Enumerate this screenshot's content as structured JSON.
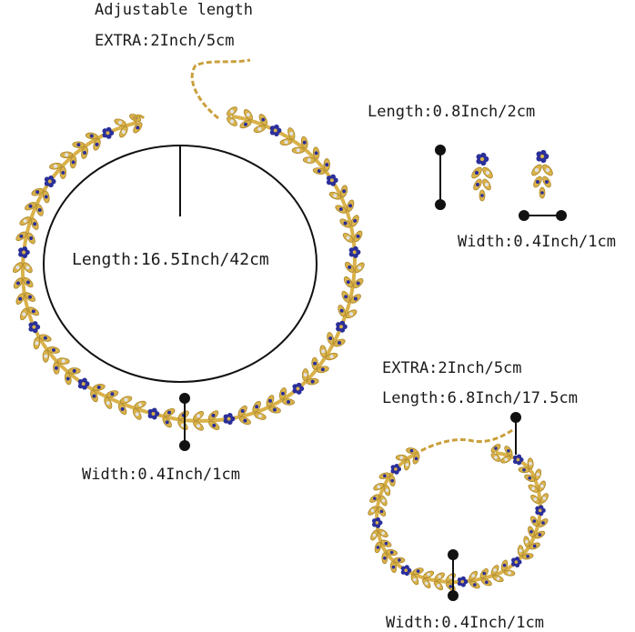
{
  "labels": {
    "necklace_adjustable": "Adjustable length",
    "necklace_extra": "EXTRA:2Inch/5cm",
    "necklace_length": "Length:16.5Inch/42cm",
    "necklace_width": "Width:0.4Inch/1cm",
    "earring_length": "Length:0.8Inch/2cm",
    "earring_width": "Width:0.4Inch/1cm",
    "bracelet_extra": "EXTRA:2Inch/5cm",
    "bracelet_length": "Length:6.8Inch/17.5cm",
    "bracelet_width": "Width:0.4Inch/1cm"
  },
  "colors": {
    "gold": "#d9b24a",
    "gold_dark": "#a9852a",
    "sapphire": "#2a2f9a",
    "sapphire_light": "#5a62d0",
    "rhinestone": "#dfe3ee",
    "ink": "#111111"
  }
}
